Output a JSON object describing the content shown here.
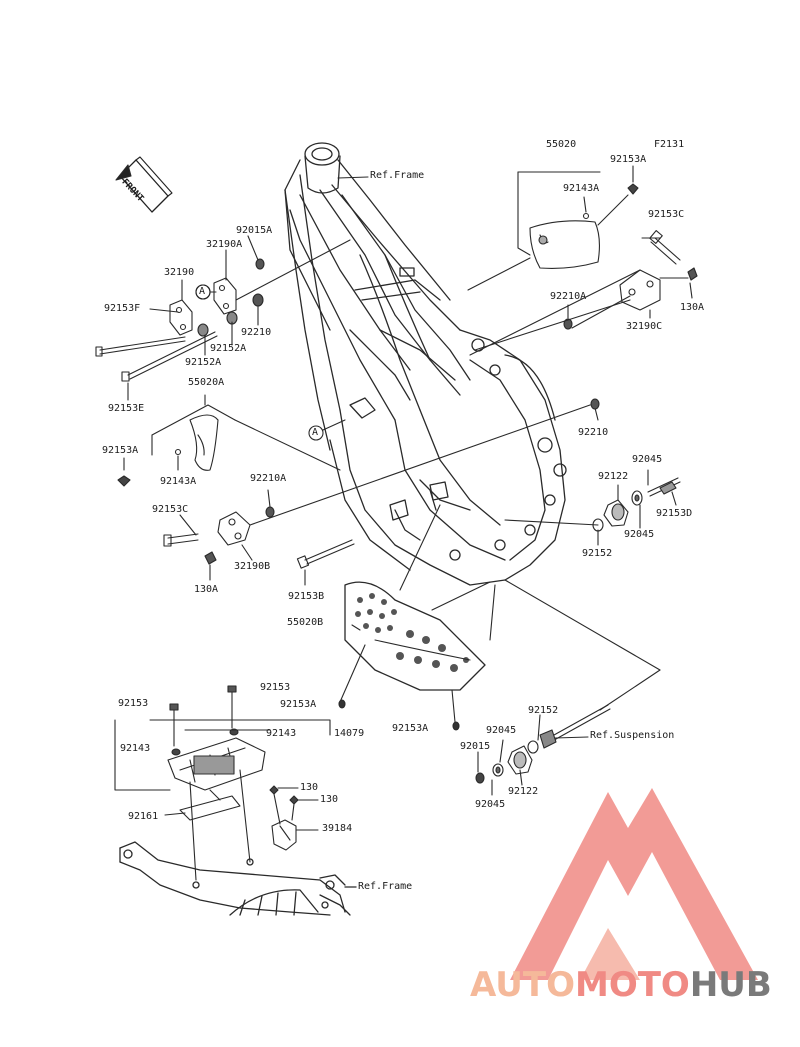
{
  "diagram": {
    "code": "F2131",
    "front_label": "FRONT",
    "marker_a": "A",
    "labels": {
      "l55020": "55020",
      "l92153A_top": "92153A",
      "l92143A_top": "92143A",
      "l92153C_r": "92153C",
      "l130A_r": "130A",
      "l92210A_r": "92210A",
      "l32190C": "32190C",
      "l92015A": "92015A",
      "l32190A": "32190A",
      "l32190": "32190",
      "l92153F": "92153F",
      "l92210_l": "92210",
      "l92152A_1": "92152A",
      "l92152A_2": "92152A",
      "l92153E": "92153E",
      "l55020A": "55020A",
      "l92153A_l": "92153A",
      "l92143A_l": "92143A",
      "l92210A_l": "92210A",
      "l92153C_l": "92153C",
      "l32190B": "32190B",
      "l130A_l": "130A",
      "l92210_r": "92210",
      "l92045_t": "92045",
      "l92122_t": "92122",
      "l92153D": "92153D",
      "l92045_m": "92045",
      "l92152_m": "92152",
      "l92153B": "92153B",
      "l55020B": "55020B",
      "l92153A_m1": "92153A",
      "l92153A_m2": "92153A",
      "l92152_b": "92152",
      "l92045_b1": "92045",
      "l92015": "92015",
      "l92122_b": "92122",
      "l92045_b2": "92045",
      "l92153_l": "92153",
      "l92153_c": "92153",
      "l92143_r": "92143",
      "l14079": "14079",
      "l92143_l": "92143",
      "l92161": "92161",
      "l130_1": "130",
      "l130_2": "130",
      "l39184": "39184",
      "ref_frame_top": "Ref.Frame",
      "ref_suspension": "Ref.Suspension",
      "ref_frame_bottom": "Ref.Frame"
    }
  },
  "watermark": {
    "part1": "AUTO",
    "part2": "MOTO",
    "part3": "HUB",
    "color1": "#f5b99a",
    "color2": "#f08a84",
    "color3": "#7a7a7a",
    "logo_color": "#f08a84"
  }
}
